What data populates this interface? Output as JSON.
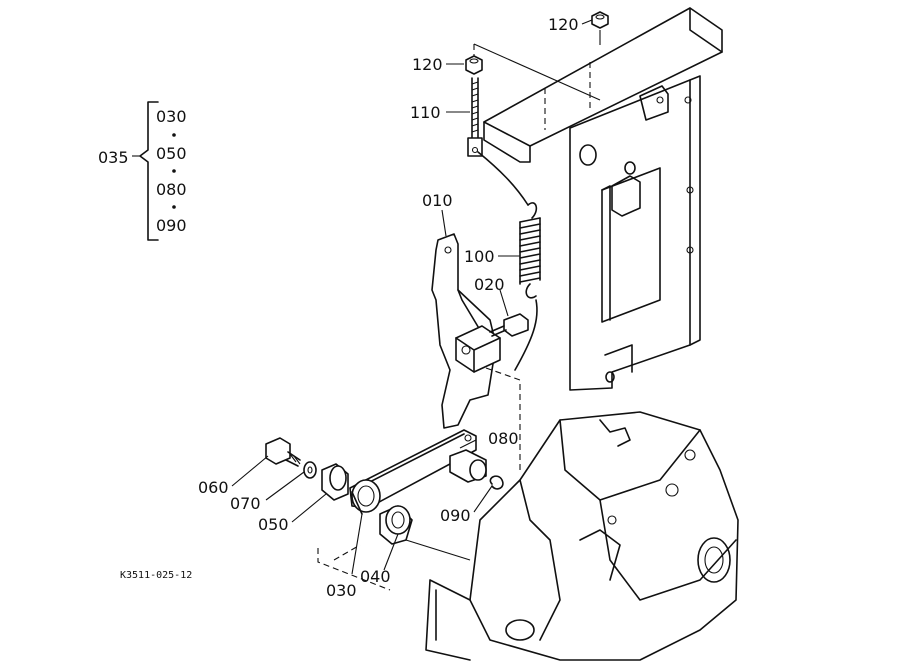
{
  "diagram": {
    "code": "K3511-025-12",
    "callouts": {
      "p120_top": "120",
      "p120_left": "120",
      "p110": "110",
      "p010": "010",
      "p100": "100",
      "p020": "020",
      "p080": "080",
      "p060": "060",
      "p070": "070",
      "p050": "050",
      "p090": "090",
      "p030": "030",
      "p040": "040"
    },
    "group": {
      "label": "035",
      "members": [
        "030",
        "050",
        "080",
        "090"
      ]
    }
  }
}
